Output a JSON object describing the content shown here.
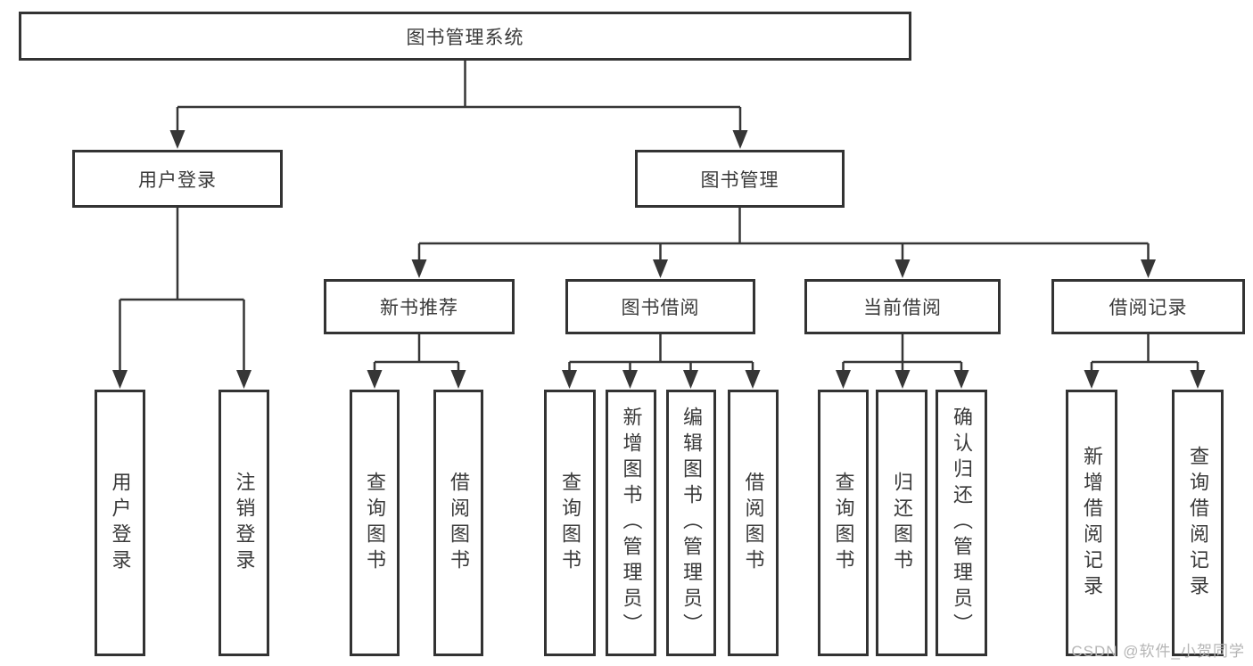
{
  "diagram": {
    "type": "hierarchy-tree",
    "title": "图书管理系统",
    "nodes": {
      "root": "图书管理系统",
      "level2": [
        "用户登录",
        "图书管理"
      ],
      "level3": [
        "新书推荐",
        "图书借阅",
        "当前借阅",
        "借阅记录"
      ],
      "leaves": [
        "用户登录",
        "注销登录",
        "查询图书",
        "借阅图书",
        "查询图书",
        "新增图书（管理员）",
        "编辑图书（管理员）",
        "借阅图书",
        "查询图书",
        "归还图书",
        "确认归还（管理员）",
        "新增借阅记录",
        "查询借阅记录"
      ]
    },
    "structure": {
      "图书管理系统": {
        "用户登录": [
          "用户登录",
          "注销登录"
        ],
        "图书管理": {
          "新书推荐": [
            "查询图书",
            "借阅图书"
          ],
          "图书借阅": [
            "查询图书",
            "新增图书（管理员）",
            "编辑图书（管理员）",
            "借阅图书"
          ],
          "当前借阅": [
            "查询图书",
            "归还图书",
            "确认归还（管理员）"
          ],
          "借阅记录": [
            "新增借阅记录",
            "查询借阅记录"
          ]
        }
      }
    },
    "colors": {
      "line": "#363636",
      "border": "#333333",
      "text": "#3a3a3a",
      "background": "#ffffff",
      "watermark_text": "#b5b5b5"
    }
  },
  "watermark": "CSDN @软件_小贺同学"
}
